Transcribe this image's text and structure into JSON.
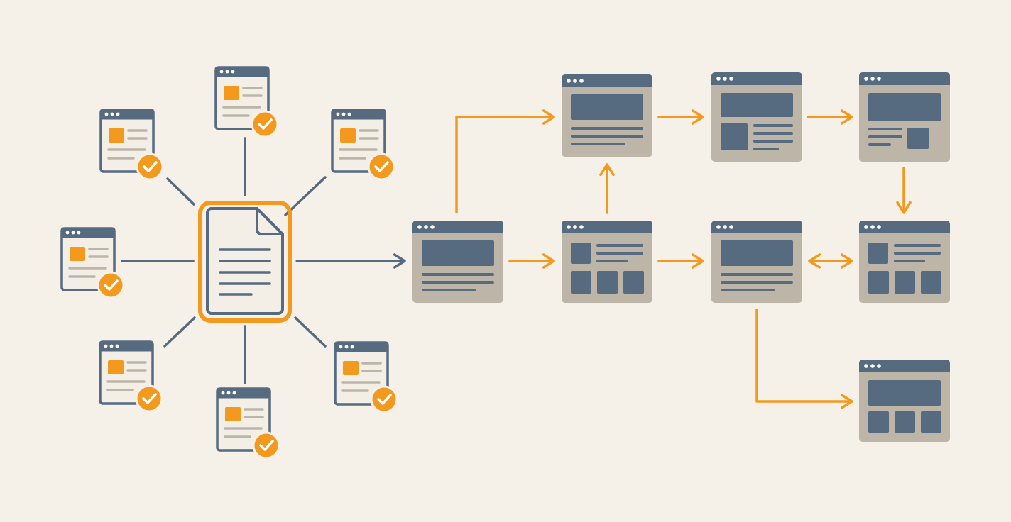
{
  "colors": {
    "background": "#f5f1e8",
    "slate": "#566a80",
    "accent": "#f39a1e",
    "card_tan": "#bdb5a8",
    "card_light": "#f3efe6",
    "line_tan": "#bdb5a8"
  },
  "diagram": {
    "hub": {
      "type": "document",
      "highlighted": true
    },
    "validated_pages": [
      {
        "id": "v1",
        "status": "checked"
      },
      {
        "id": "v2",
        "status": "checked"
      },
      {
        "id": "v3",
        "status": "checked"
      },
      {
        "id": "v4",
        "status": "checked"
      },
      {
        "id": "v5",
        "status": "checked"
      },
      {
        "id": "v6",
        "status": "checked"
      },
      {
        "id": "v7",
        "status": "checked"
      }
    ],
    "pages": [
      {
        "id": "A",
        "layout": "hero-lines"
      },
      {
        "id": "B",
        "layout": "hero-lines"
      },
      {
        "id": "C",
        "layout": "hero-box-left"
      },
      {
        "id": "D",
        "layout": "hero-box-right"
      },
      {
        "id": "E",
        "layout": "split-grid"
      },
      {
        "id": "F",
        "layout": "hero-lines"
      },
      {
        "id": "G",
        "layout": "split-grid"
      },
      {
        "id": "H",
        "layout": "hero-grid"
      }
    ],
    "flows": [
      {
        "from": "hub",
        "to": "A"
      },
      {
        "from": "A",
        "to": "B"
      },
      {
        "from": "A",
        "to": "E"
      },
      {
        "from": "E",
        "to": "B"
      },
      {
        "from": "B",
        "to": "C"
      },
      {
        "from": "C",
        "to": "D"
      },
      {
        "from": "D",
        "to": "G"
      },
      {
        "from": "E",
        "to": "F"
      },
      {
        "from": "F",
        "to": "G",
        "bidirectional": true
      },
      {
        "from": "F",
        "to": "H"
      }
    ]
  }
}
